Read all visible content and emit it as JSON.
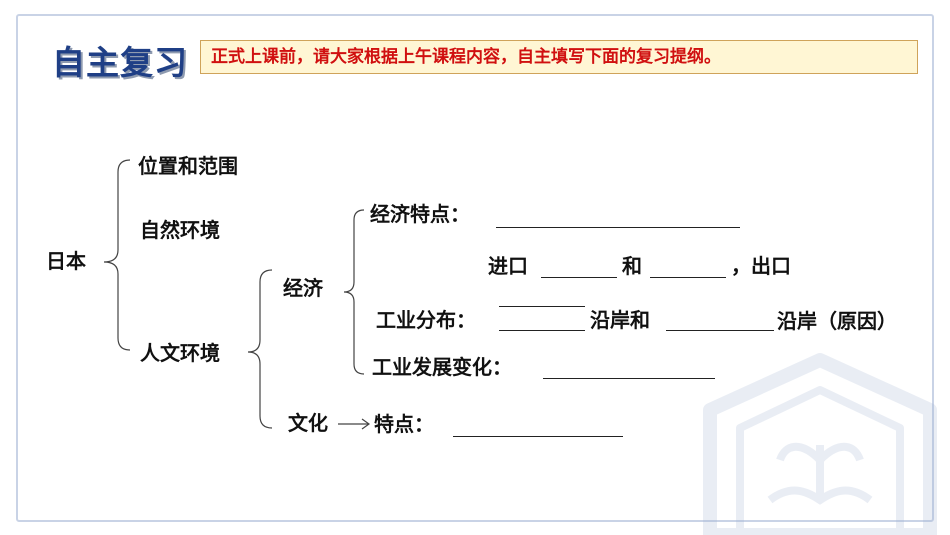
{
  "header": {
    "title": "自主复习",
    "instruction": "正式上课前，请大家根据上午课程内容，自主填写下面的复习提纲。"
  },
  "outline": {
    "root": "日本",
    "position": "位置和范围",
    "nature": "自然环境",
    "humanities": "人文环境",
    "economy": "经济",
    "culture": "文化",
    "econ_features": "经济特点：",
    "import_label": "进口",
    "and_word": "和",
    "export_label": "，出口",
    "industry_distribution": "工业分布：",
    "coast_and": "沿岸和",
    "coast_reason": "沿岸（原因）",
    "industry_change": "工业发展变化：",
    "culture_features": "特点："
  },
  "colors": {
    "title": "#1f3f86",
    "instruction_text": "#d01010",
    "instruction_bg": "#fff6d4"
  }
}
